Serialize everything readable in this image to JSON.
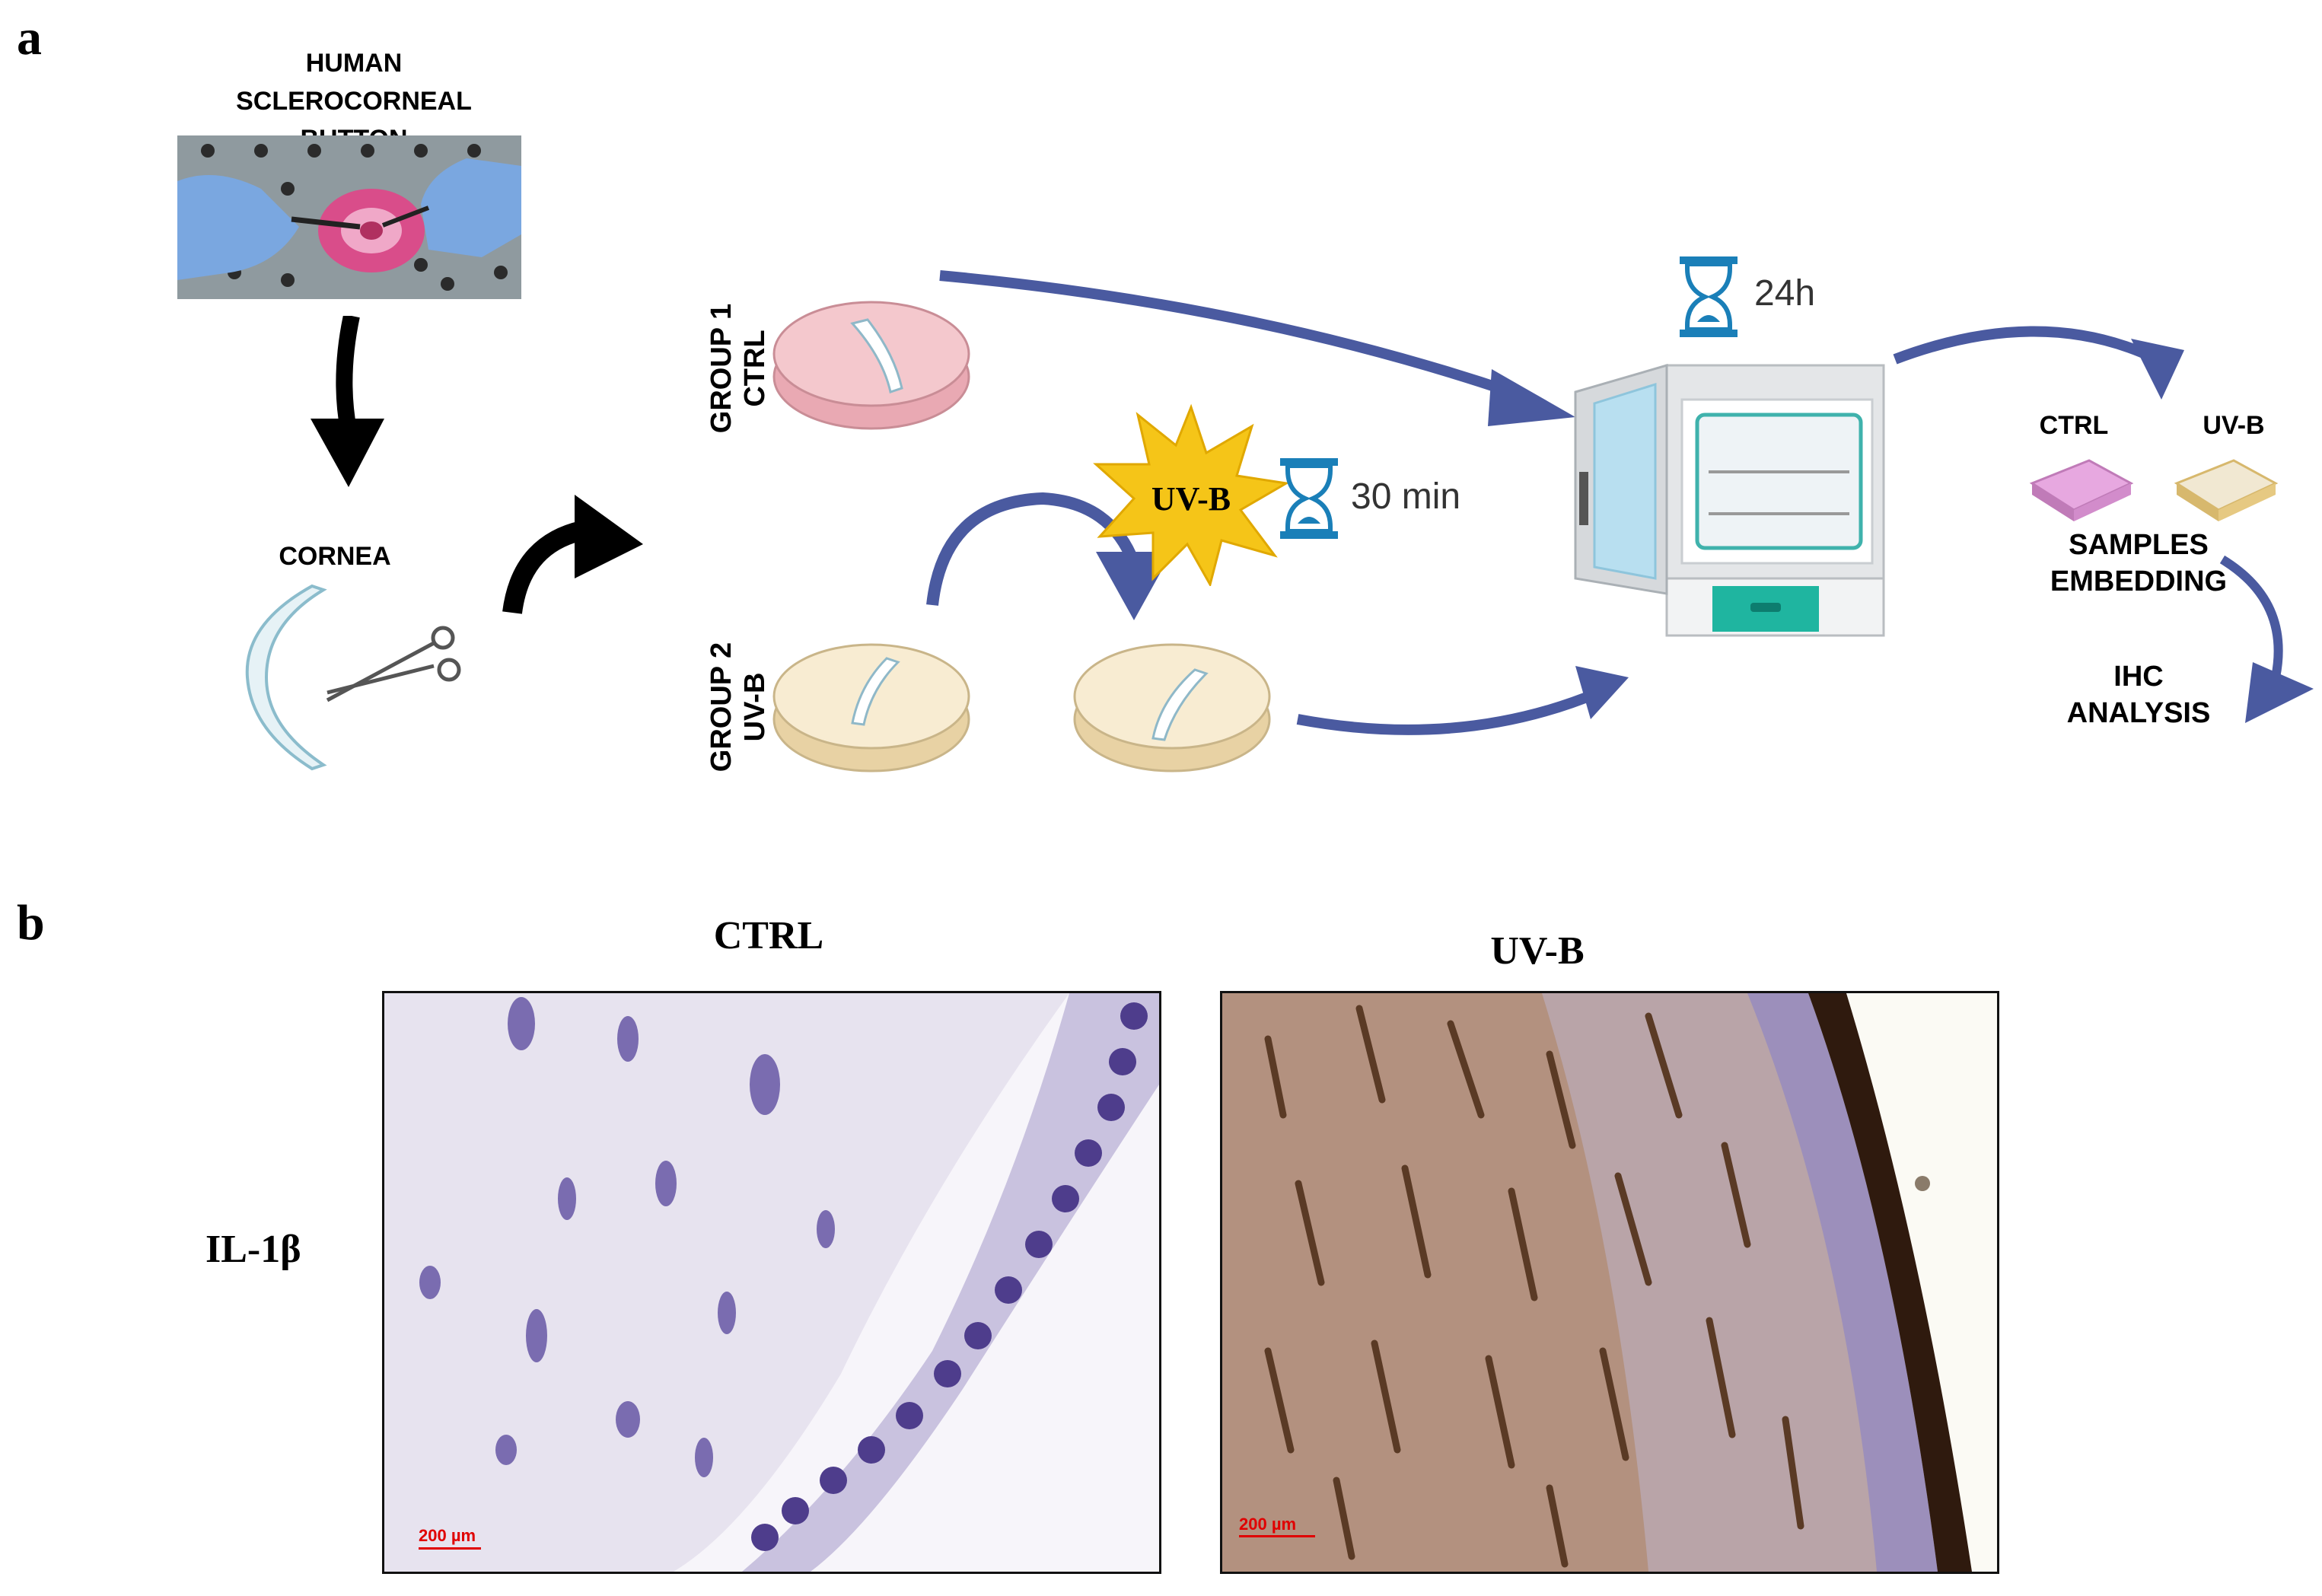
{
  "panel_a": {
    "letter": "a",
    "sclerocorneal_title": "HUMAN SCLEROCORNEAL BUTTON",
    "cornea_label": "CORNEA",
    "group1_line1": "GROUP 1",
    "group1_line2": "CTRL",
    "group2_line1": "GROUP 2",
    "group2_line2": "UV-B",
    "uvb_burst": "UV-B",
    "uvb_time": "30 min",
    "incubation_time": "24h",
    "ctrl_block": "CTRL",
    "uvb_block": "UV-B",
    "embedding_line1": "SAMPLES",
    "embedding_line2": "EMBEDDING",
    "ihc_line1": "IHC",
    "ihc_line2": "ANALYSIS"
  },
  "panel_b": {
    "letter": "b",
    "col_ctrl": "CTRL",
    "col_uvb": "UV-B",
    "row_label": "IL-1β",
    "scale_ctrl": "200 µm",
    "scale_uvb": "200 µm"
  },
  "colors": {
    "arrow_blue": "#4a5aa0",
    "arrow_black": "#000000",
    "uv_yellow": "#f5c518",
    "hourglass_blue": "#1a7fb8",
    "ctrl_tissue": "#b9b0d6",
    "uvb_tissue": "#b08c78",
    "scale_red": "#e00000"
  }
}
